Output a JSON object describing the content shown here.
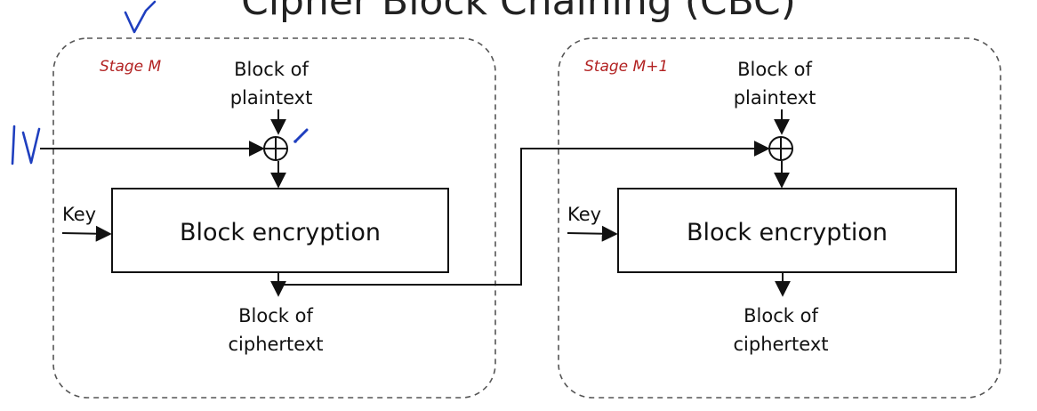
{
  "title": "Cipher Block Chaining (CBC)",
  "colors": {
    "stage_label": "#b22222",
    "line": "#111111",
    "dashed_border": "#555555",
    "handwriting": "#1f3fbf"
  },
  "annotations": {
    "iv_handwritten": "IV",
    "check_mark_icon": "check-mark-icon"
  },
  "stages": [
    {
      "name": "Stage M",
      "plaintext_line1": "Block of",
      "plaintext_line2": "plaintext",
      "key_label": "Key",
      "box_label": "Block encryption",
      "ciphertext_line1": "Block of",
      "ciphertext_line2": "ciphertext",
      "xor_icon": "xor-icon"
    },
    {
      "name": "Stage M+1",
      "plaintext_line1": "Block of",
      "plaintext_line2": "plaintext",
      "key_label": "Key",
      "box_label": "Block encryption",
      "ciphertext_line1": "Block of",
      "ciphertext_line2": "ciphertext",
      "xor_icon": "xor-icon"
    }
  ]
}
